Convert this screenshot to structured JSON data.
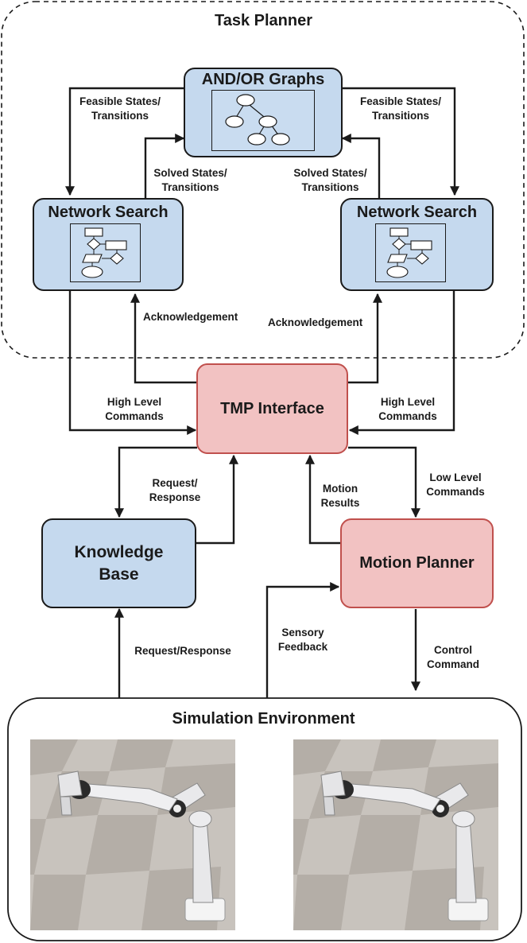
{
  "task_planner": {
    "title": "Task Planner"
  },
  "and_or_graphs": {
    "title": "AND/OR Graphs"
  },
  "network_search_left": {
    "title": "Network Search"
  },
  "network_search_right": {
    "title": "Network Search"
  },
  "tmp_interface": {
    "title": "TMP Interface"
  },
  "knowledge_base": {
    "title_line1": "Knowledge",
    "title_line2": "Base"
  },
  "motion_planner": {
    "title": "Motion Planner"
  },
  "simulation": {
    "title": "Simulation Environment"
  },
  "labels": {
    "feasible_left_1": "Feasible States/",
    "feasible_left_2": "Transitions",
    "feasible_right_1": "Feasible States/",
    "feasible_right_2": "Transitions",
    "solved_left_1": "Solved States/",
    "solved_left_2": "Transitions",
    "solved_right_1": "Solved States/",
    "solved_right_2": "Transitions",
    "ack_left": "Acknowledgement",
    "ack_right": "Acknowledgement",
    "hlc_left_1": "High Level",
    "hlc_left_2": "Commands",
    "hlc_right_1": "High Level",
    "hlc_right_2": "Commands",
    "reqresp_top_1": "Request/",
    "reqresp_top_2": "Response",
    "motion_results_1": "Motion",
    "motion_results_2": "Results",
    "low_level_1": "Low Level",
    "low_level_2": "Commands",
    "reqresp_bottom": "Request/Response",
    "sensory_1": "Sensory",
    "sensory_2": "Feedback",
    "control_1": "Control",
    "control_2": "Command"
  },
  "colors": {
    "box_blue": "#c5d9ee",
    "box_pink": "#f2c2c2",
    "pink_border": "#c0504d",
    "line": "#1a1a1a"
  }
}
